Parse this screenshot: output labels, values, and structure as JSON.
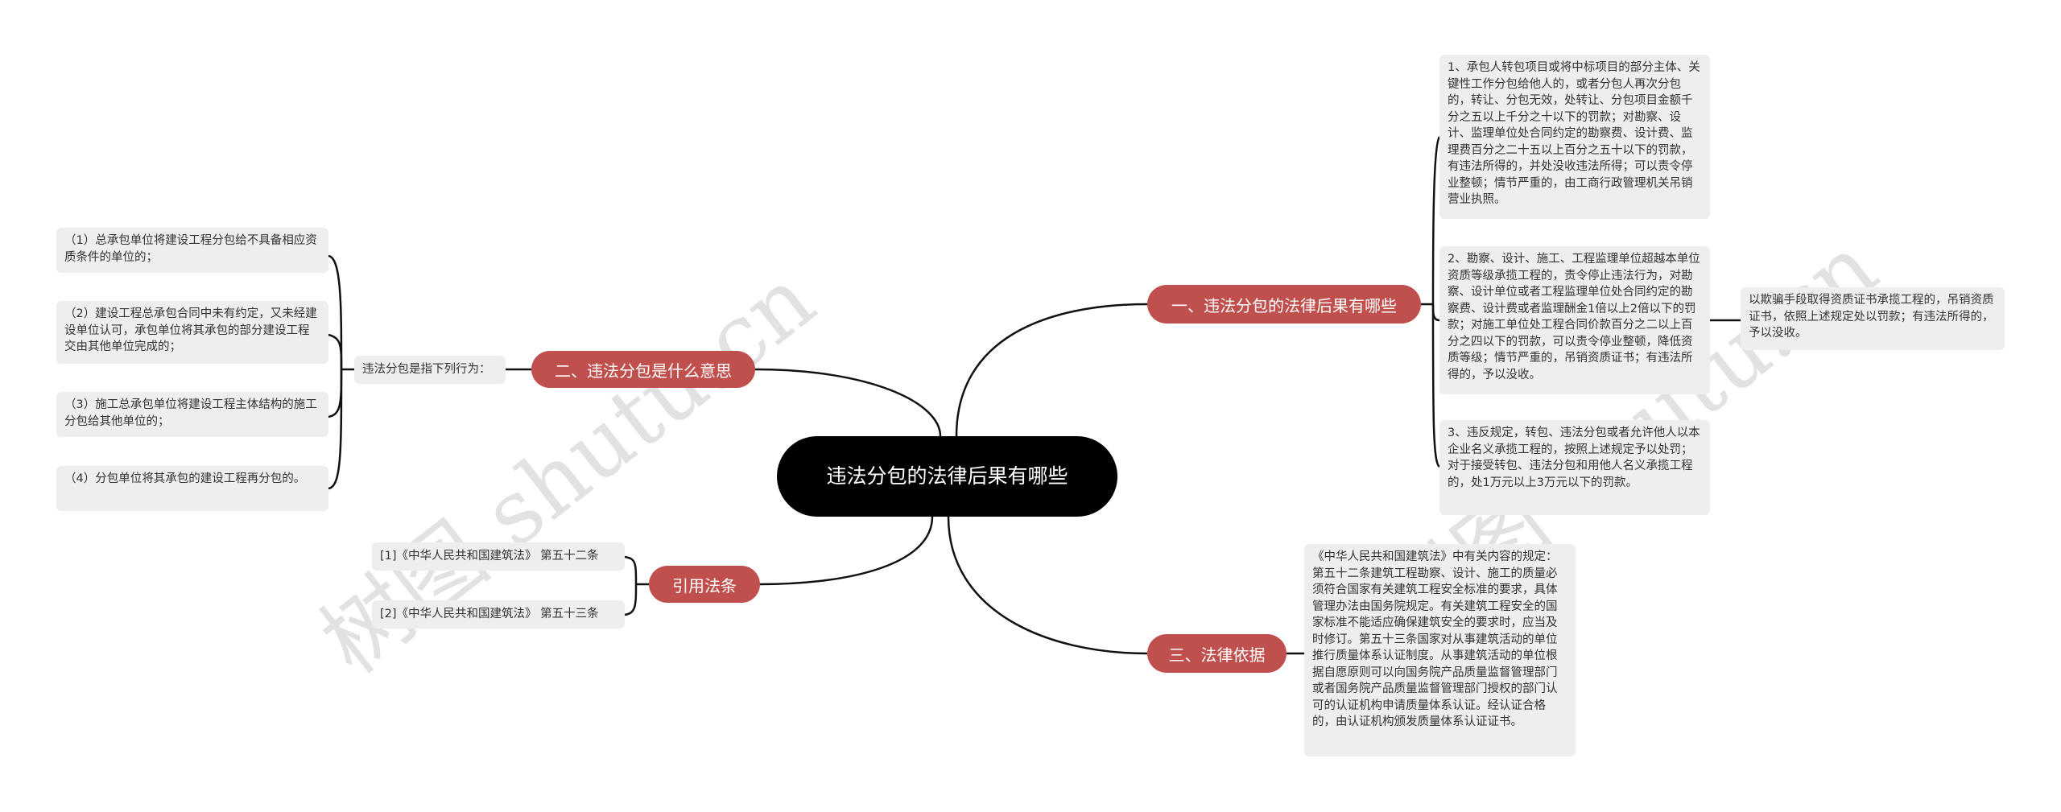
{
  "root": {
    "title": "违法分包的法律后果有哪些"
  },
  "branches": {
    "consequences": {
      "label": "一、违法分包的法律后果有哪些",
      "items": [
        "1、承包人转包项目或将中标项目的部分主体、关键性工作分包给他人的，或者分包人再次分包的，转让、分包无效，处转让、分包项目金额千分之五以上千分之十以下的罚款；对勘察、设计、监理单位处合同约定的勘察费、设计费、监理费百分之二十五以上百分之五十以下的罚款，有违法所得的，并处没收违法所得；可以责令停业整顿；情节严重的，由工商行政管理机关吊销营业执照。",
        "2、勘察、设计、施工、工程监理单位超越本单位资质等级承揽工程的，责令停止违法行为，对勘察、设计单位或者工程监理单位处合同约定的勘察费、设计费或者监理酬金1倍以上2倍以下的罚款；对施工单位处工程合同价款百分之二以上百分之四以下的罚款，可以责令停业整顿，降低资质等级；情节严重的，吊销资质证书；有违法所得的，予以没收。",
        "3、违反规定，转包、违法分包或者允许他人以本企业名义承揽工程的，按照上述规定予以处罚；对于接受转包、违法分包和用他人名义承揽工程的，处1万元以上3万元以下的罚款。"
      ],
      "sub_item": "以欺骗手段取得资质证书承揽工程的，吊销资质证书，依照上述规定处以罚款；有违法所得的，予以没收。"
    },
    "meaning": {
      "label": "二、违法分包是什么意思",
      "topic": "违法分包是指下列行为：",
      "items": [
        "（1）总承包单位将建设工程分包给不具备相应资质条件的单位的；",
        "（2）建设工程总承包合同中未有约定，又未经建设单位认可，承包单位将其承包的部分建设工程交由其他单位完成的；",
        "（3）施工总承包单位将建设工程主体结构的施工分包给其他单位的；",
        "（4）分包单位将其承包的建设工程再分包的。"
      ]
    },
    "legal_basis": {
      "label": "三、法律依据",
      "text": "《中华人民共和国建筑法》中有关内容的规定：第五十二条建筑工程勘察、设计、施工的质量必须符合国家有关建筑工程安全标准的要求，具体管理办法由国务院规定。有关建筑工程安全的国家标准不能适应确保建筑安全的要求时，应当及时修订。第五十三条国家对从事建筑活动的单位推行质量体系认证制度。从事建筑活动的单位根据自愿原则可以向国务院产品质量监督管理部门或者国务院产品质量监督管理部门授权的部门认可的认证机构申请质量体系认证。经认证合格的，由认证机构颁发质量体系认证证书。"
    },
    "citations": {
      "label": "引用法条",
      "items": [
        "[1]《中华人民共和国建筑法》 第五十二条",
        "[2]《中华人民共和国建筑法》 第五十三条"
      ]
    }
  },
  "watermarks": [
    "树图 shutu.cn",
    "树图 shutu.cn"
  ],
  "colors": {
    "root_bg": "#000000",
    "branch_bg": "#c0504d",
    "leaf_bg": "#eeeeee",
    "line": "#111111"
  }
}
